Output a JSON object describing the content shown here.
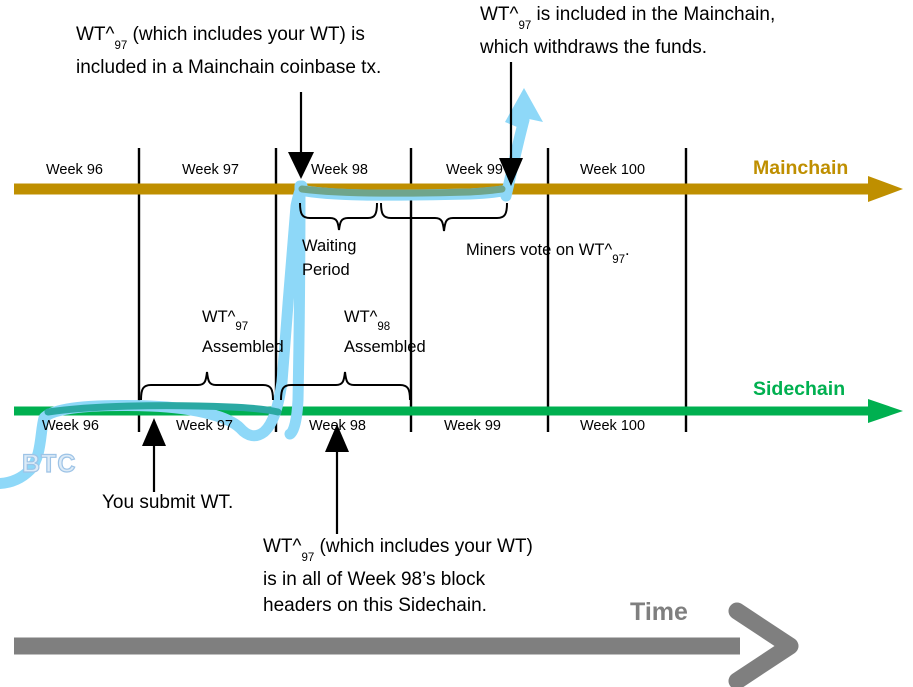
{
  "diagram": {
    "title_hidden": "Sidechain withdrawal timeline",
    "colors": {
      "mainchain": "#BF8F00",
      "sidechain": "#00B050",
      "btc_path": "#8ED8F8",
      "time_arrow": "#7F7F7F",
      "tick": "#000000"
    },
    "annotations": {
      "top_left": {
        "line1_pre": "WT^",
        "line1_sub": "97",
        "line1_post": " (which includes your WT) is",
        "line2": "included in a Mainchain coinbase tx."
      },
      "top_right": {
        "line1_pre": "WT^",
        "line1_sub": "97",
        "line1_post": " is included in the Mainchain,",
        "line2": "which withdraws the funds."
      },
      "bottom_center": {
        "line1_pre": "WT^",
        "line1_sub": "97",
        "line1_post": " (which includes your WT)",
        "line2": "is in all of Week 98’s block",
        "line3": "headers on this Sidechain."
      },
      "submit": "You submit WT.",
      "waiting_period": {
        "line1": "Waiting",
        "line2": "Period"
      },
      "miners_vote": {
        "pre": "Miners vote on WT^",
        "sub": "97",
        "post": "."
      },
      "wt97_assembled": {
        "line1_pre": "WT^",
        "line1_sub": "97",
        "line2": "Assembled"
      },
      "wt98_assembled": {
        "line1_pre": "WT^",
        "line1_sub": "98",
        "line2": "Assembled"
      },
      "btc_label": "BTC",
      "time_label": "Time"
    },
    "mainchain": {
      "name": "Mainchain",
      "weeks": [
        "Week 96",
        "Week 97",
        "Week 98",
        "Week 99",
        "Week 100"
      ]
    },
    "sidechain": {
      "name": "Sidechain",
      "weeks": [
        "Week 96",
        "Week 97",
        "Week 98",
        "Week 99",
        "Week 100"
      ]
    }
  }
}
